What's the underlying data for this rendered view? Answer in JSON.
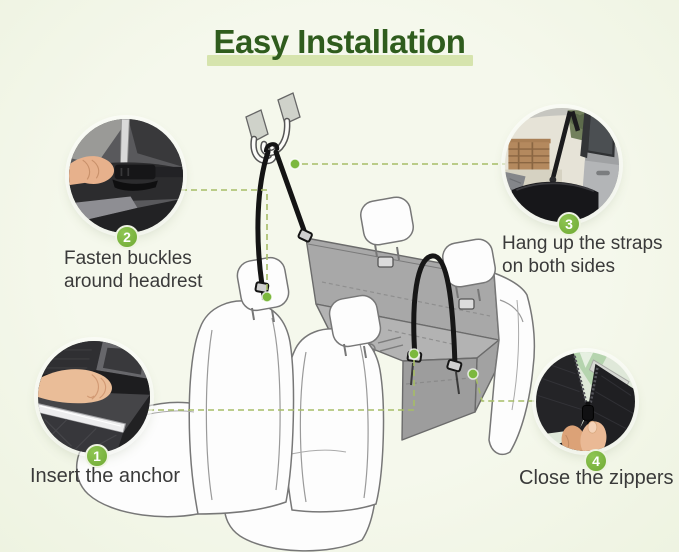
{
  "title": "Easy Installation",
  "callouts": {
    "anchor": {
      "number": "1",
      "line1": "Insert the anchor"
    },
    "fasten": {
      "number": "2",
      "line1": "Fasten buckles",
      "line2": "around headrest"
    },
    "straps": {
      "number": "3",
      "line1": "Hang up the straps",
      "line2": "on both sides"
    },
    "zippers": {
      "number": "4",
      "line1": "Close the zippers"
    }
  },
  "colors": {
    "background": "#f2f6e7",
    "title_green": "#2f5c1d",
    "title_highlight": "#d6e4ad",
    "badge_green": "#7cb63e",
    "connector_dash_green": "#a6bd66",
    "connector_dot_green": "#7cb83e",
    "caption_text": "#3a3a3a",
    "cover_gray": "#a8a8a8",
    "strap_black": "#161616"
  }
}
